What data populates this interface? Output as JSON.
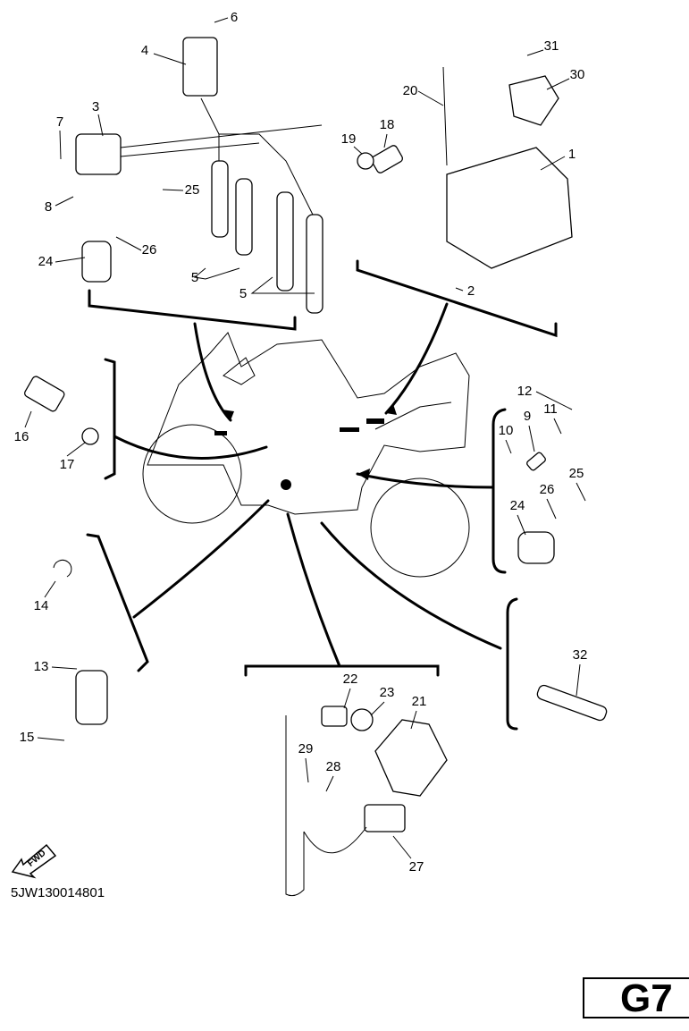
{
  "diagram": {
    "callouts": [
      "6",
      "4",
      "3",
      "7",
      "25",
      "8",
      "26",
      "24",
      "5",
      "5",
      "20",
      "19",
      "18",
      "31",
      "30",
      "1",
      "2",
      "12",
      "11",
      "9",
      "10",
      "25",
      "26",
      "24",
      "16",
      "17",
      "14",
      "13",
      "15",
      "32",
      "22",
      "23",
      "21",
      "29",
      "28",
      "27"
    ],
    "fwd_label": "FWD",
    "drawing_code": "5JW130014801",
    "page_id": "G7"
  }
}
